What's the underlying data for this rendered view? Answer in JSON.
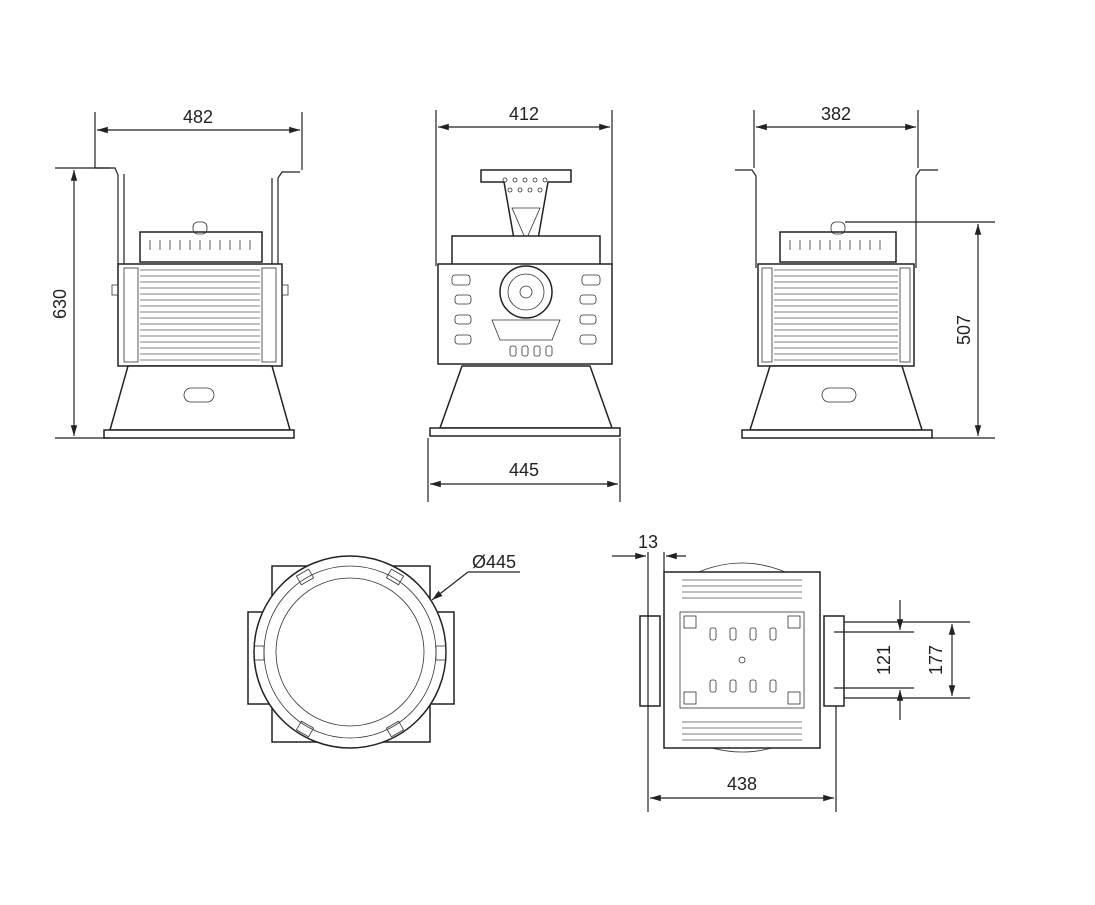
{
  "dimensions": {
    "front_width": "482",
    "front_height": "630",
    "side_top_width": "412",
    "side_base_width": "445",
    "rear_width": "382",
    "rear_height": "507",
    "bottom_diameter": "Ø445",
    "top_offset": "13",
    "top_width": "438",
    "top_hole_spacing_inner": "121",
    "top_hole_spacing_outer": "177"
  }
}
